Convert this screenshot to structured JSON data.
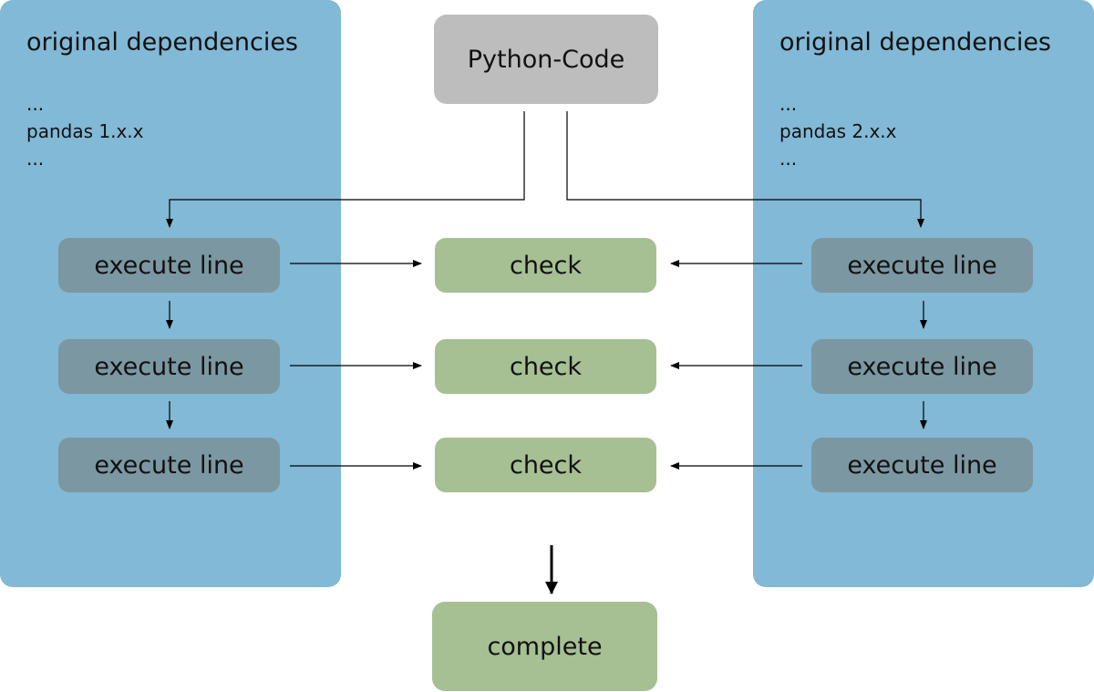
{
  "source_label": "Python-Code",
  "left_env": {
    "title": "original dependencies",
    "deps": [
      "...",
      "pandas 1.x.x",
      "..."
    ]
  },
  "right_env": {
    "title": "original dependencies",
    "deps": [
      "...",
      "pandas 2.x.x",
      "..."
    ]
  },
  "execute_label": "execute line",
  "check_label": "check",
  "complete_label": "complete",
  "colors": {
    "environment_panel": "#81b9d6",
    "execute_box": "#7b97a2",
    "check_box": "#a6bf93",
    "code_box": "#bdbdbd"
  }
}
